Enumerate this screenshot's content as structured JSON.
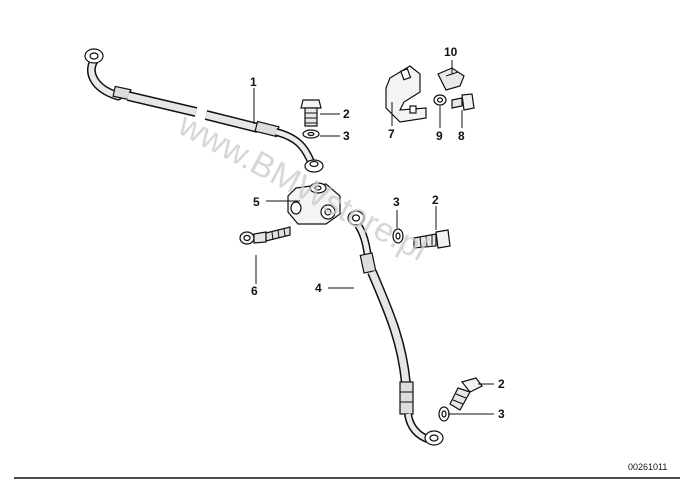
{
  "diagram": {
    "reference_code": "00261011",
    "watermark": "www.BMWstore.pl",
    "callouts": {
      "c1": "1",
      "c2a": "2",
      "c3a": "3",
      "c5": "5",
      "c6": "6",
      "c3b": "3",
      "c2b": "2",
      "c4": "4",
      "c2c": "2",
      "c3c": "3",
      "c7": "7",
      "c9": "9",
      "c8": "8",
      "c10": "10"
    }
  }
}
